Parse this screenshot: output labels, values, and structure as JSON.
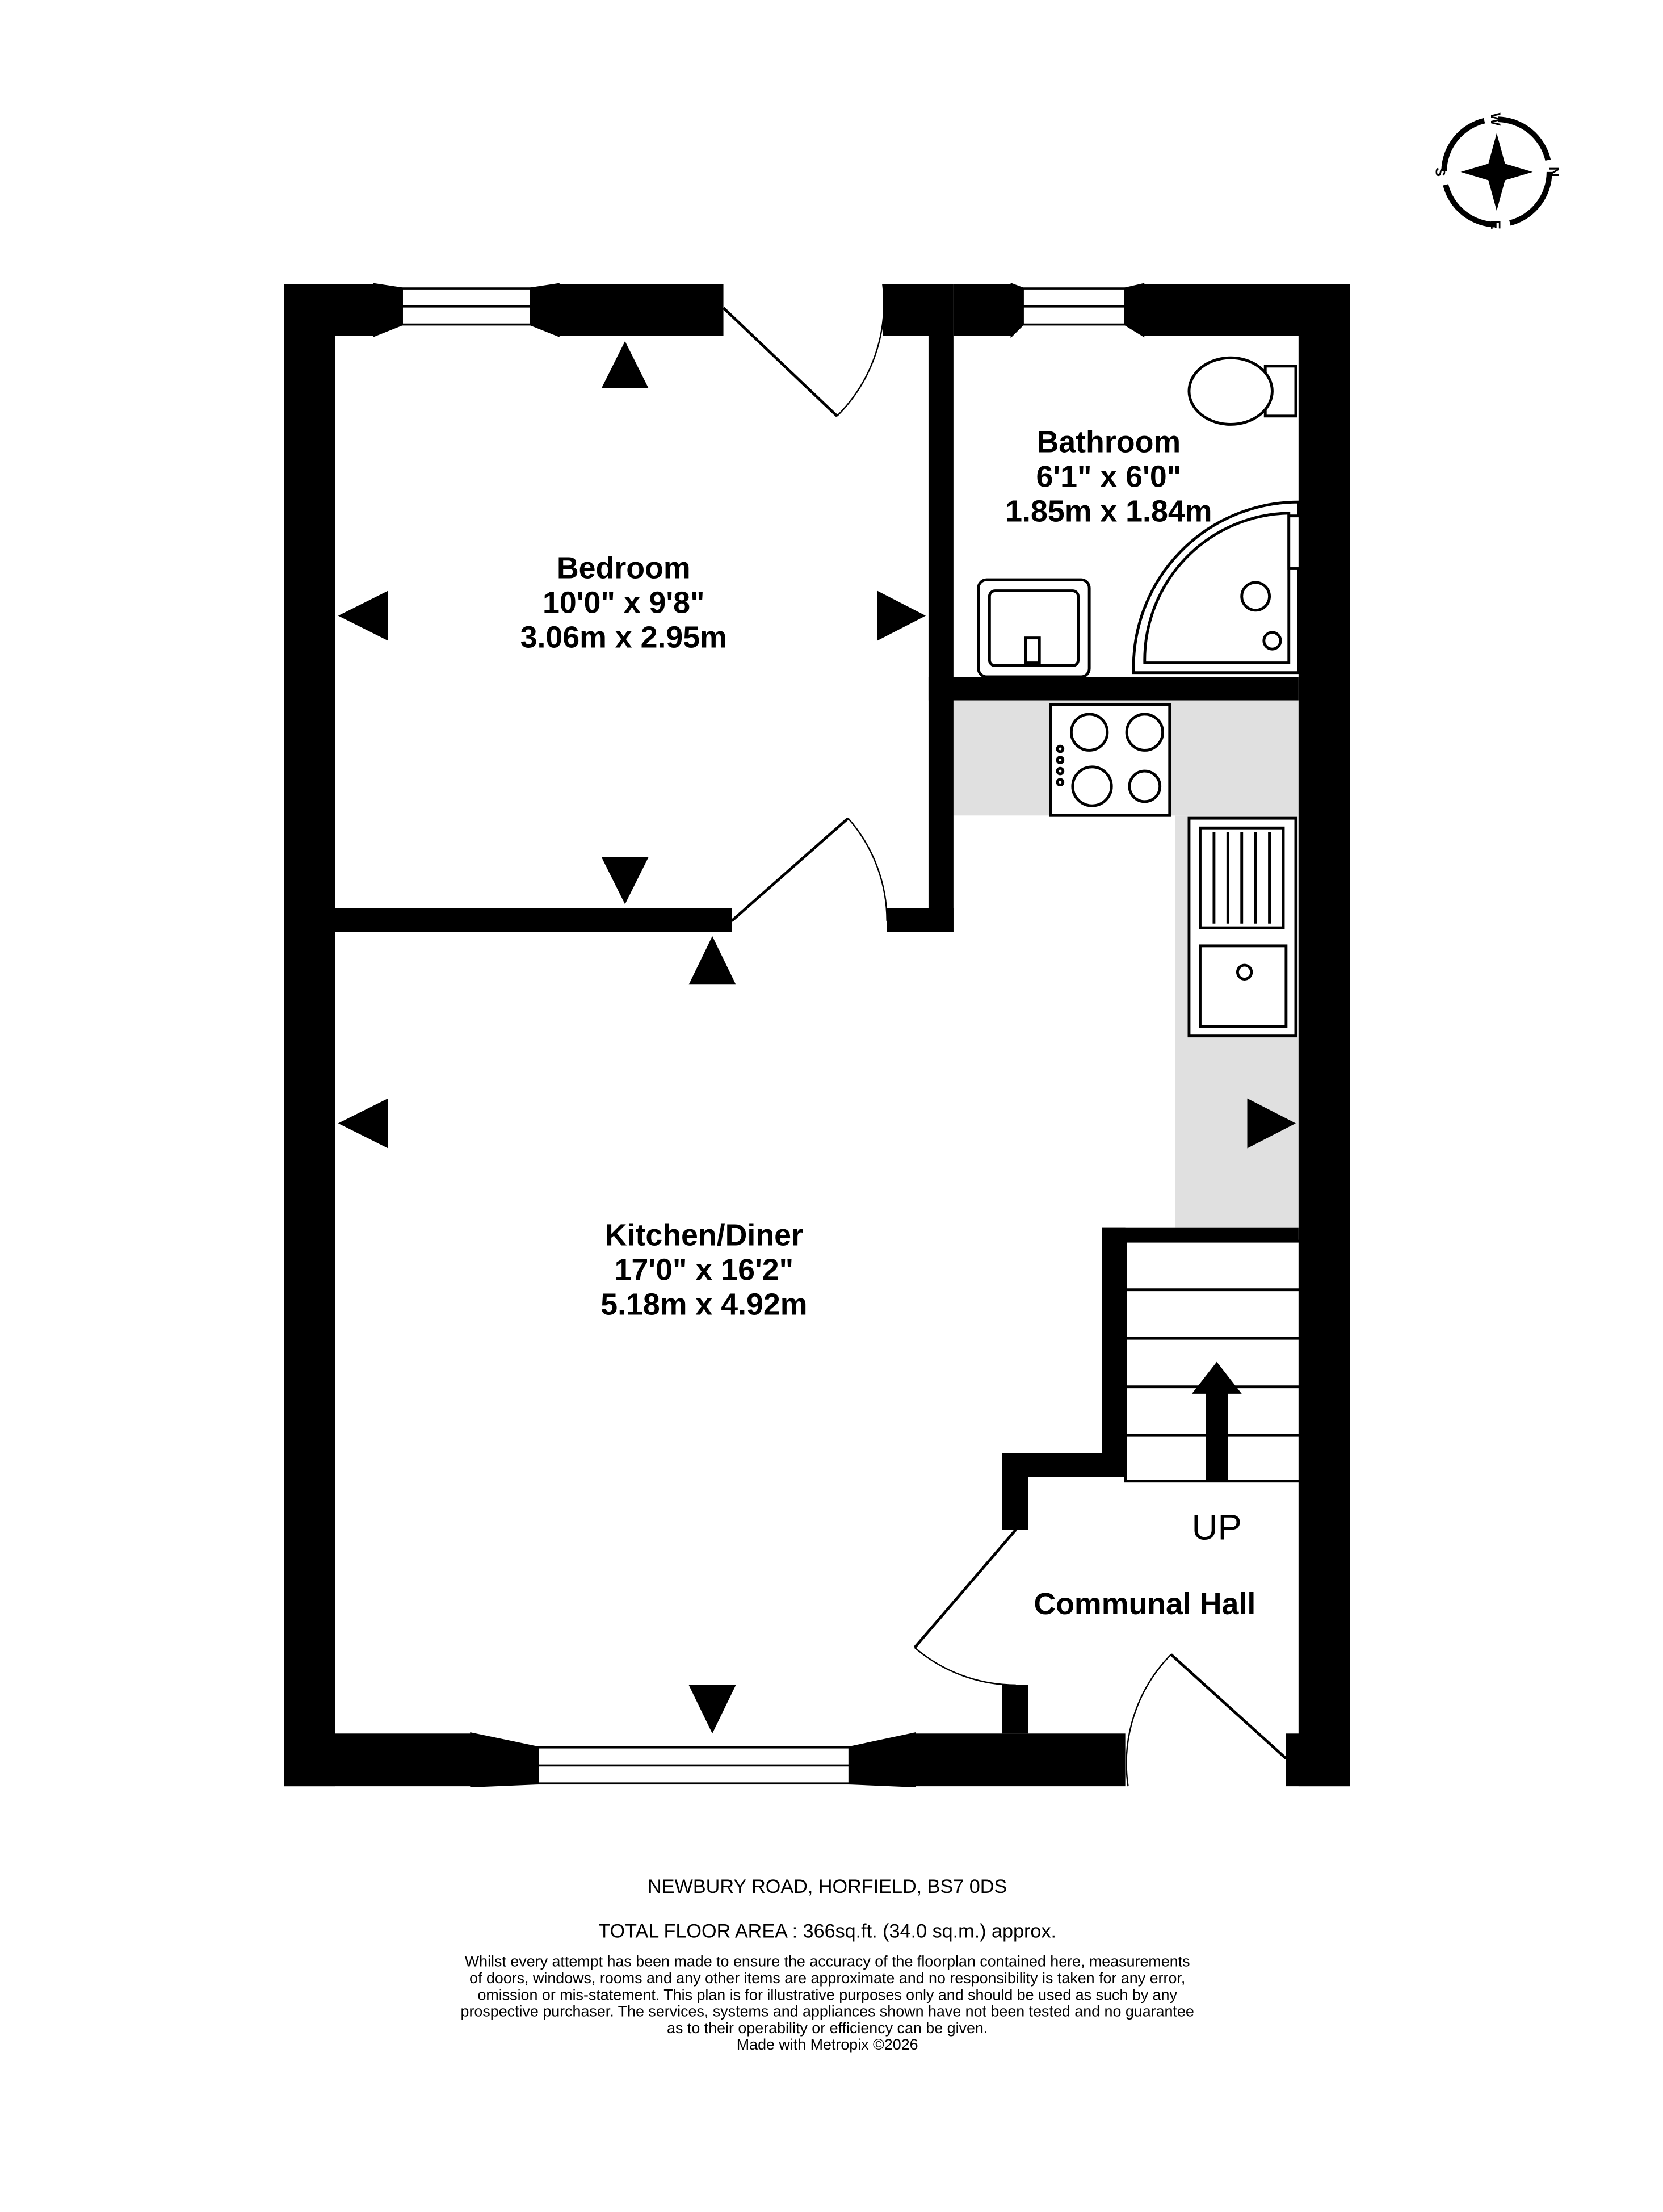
{
  "compass": {
    "north": "N",
    "south": "S",
    "east": "E",
    "west": "W"
  },
  "rooms": {
    "bedroom": {
      "name": "Bedroom",
      "imperial": "10'0\"  x 9'8\"",
      "metric": "3.06m  x 2.95m"
    },
    "bathroom": {
      "name": "Bathroom",
      "imperial": "6'1\"  x 6'0\"",
      "metric": "1.85m  x 1.84m"
    },
    "kitchen": {
      "name": "Kitchen/Diner",
      "imperial": "17'0\"  x 16'2\"",
      "metric": "5.18m  x 4.92m"
    },
    "hall": {
      "name": "Communal Hall"
    }
  },
  "stairs_label": "UP",
  "footer": {
    "address": "NEWBURY ROAD, HORFIELD, BS7 0DS",
    "area": "TOTAL FLOOR AREA : 366sq.ft. (34.0 sq.m.) approx.",
    "disclaimer": [
      "Whilst every attempt has been made to ensure the accuracy of the floorplan contained here, measurements",
      "of doors, windows, rooms and any other items are approximate and no responsibility is taken for any error,",
      "omission or mis-statement. This plan is for illustrative purposes only and should be used as such by any",
      "prospective purchaser. The services, systems and appliances shown have not been tested and no guarantee",
      "as to their operability or efficiency can be given."
    ],
    "credit": "Made with Metropix ©2026"
  },
  "colors": {
    "wall": "#000000",
    "counter": "#e0e0e0",
    "background": "#ffffff"
  }
}
